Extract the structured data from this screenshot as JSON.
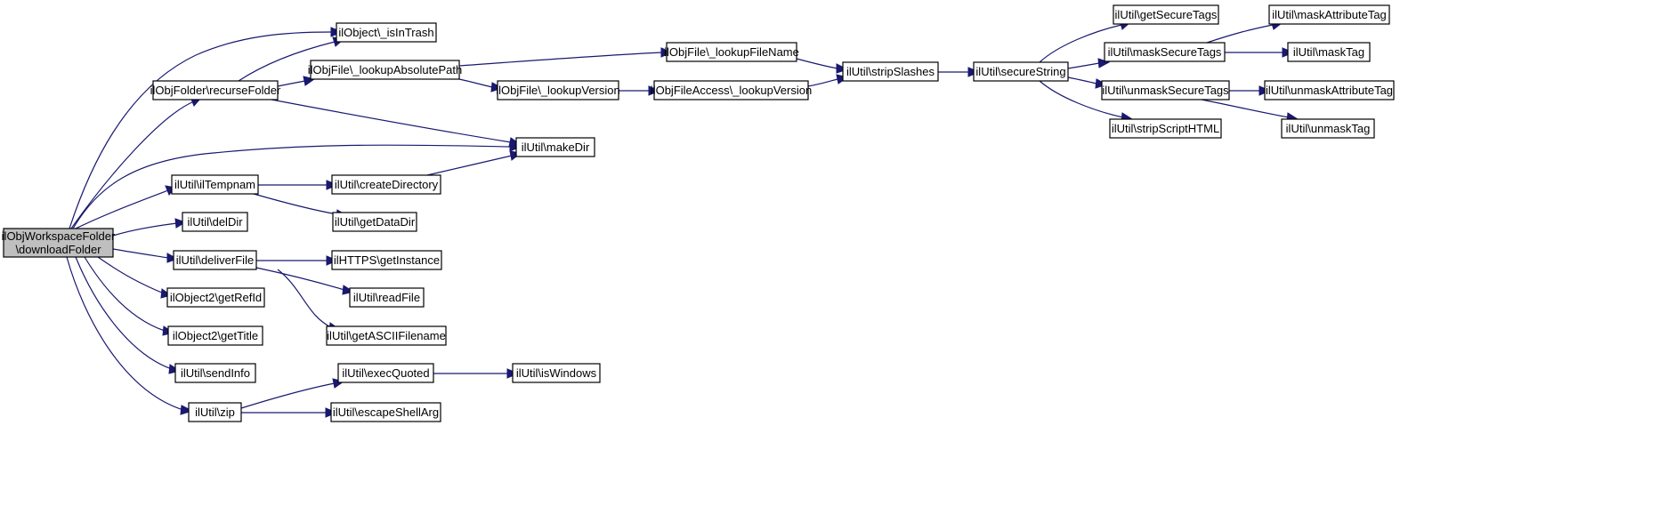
{
  "graph": {
    "nodes": [
      {
        "id": "root",
        "lines": [
          "ilObjWorkspaceFolder",
          "\\downloadFolder"
        ],
        "root": true
      },
      {
        "id": "recurseFolder",
        "lines": [
          "ilObjFolder\\recurseFolder"
        ]
      },
      {
        "id": "isInTrash",
        "lines": [
          "ilObject\\_isInTrash"
        ]
      },
      {
        "id": "lookupAbsolutePath",
        "lines": [
          "ilObjFile\\_lookupAbsolutePath"
        ]
      },
      {
        "id": "lookupFileName",
        "lines": [
          "ilObjFile\\_lookupFileName"
        ]
      },
      {
        "id": "lookupVersion",
        "lines": [
          "ilObjFile\\_lookupVersion"
        ]
      },
      {
        "id": "accessLookupVersion",
        "lines": [
          "ilObjFileAccess\\_lookupVersion"
        ]
      },
      {
        "id": "stripSlashes",
        "lines": [
          "ilUtil\\stripSlashes"
        ]
      },
      {
        "id": "secureString",
        "lines": [
          "ilUtil\\secureString"
        ]
      },
      {
        "id": "getSecureTags",
        "lines": [
          "ilUtil\\getSecureTags"
        ]
      },
      {
        "id": "maskSecureTags",
        "lines": [
          "ilUtil\\maskSecureTags"
        ]
      },
      {
        "id": "maskAttributeTag",
        "lines": [
          "ilUtil\\maskAttributeTag"
        ]
      },
      {
        "id": "maskTag",
        "lines": [
          "ilUtil\\maskTag"
        ]
      },
      {
        "id": "unmaskSecureTags",
        "lines": [
          "ilUtil\\unmaskSecureTags"
        ]
      },
      {
        "id": "unmaskAttributeTag",
        "lines": [
          "ilUtil\\unmaskAttributeTag"
        ]
      },
      {
        "id": "unmaskTag",
        "lines": [
          "ilUtil\\unmaskTag"
        ]
      },
      {
        "id": "stripScriptHTML",
        "lines": [
          "ilUtil\\stripScriptHTML"
        ]
      },
      {
        "id": "makeDir",
        "lines": [
          "ilUtil\\makeDir"
        ]
      },
      {
        "id": "ilTempnam",
        "lines": [
          "ilUtil\\ilTempnam"
        ]
      },
      {
        "id": "createDirectory",
        "lines": [
          "ilUtil\\createDirectory"
        ]
      },
      {
        "id": "getDataDir",
        "lines": [
          "ilUtil\\getDataDir"
        ]
      },
      {
        "id": "delDir",
        "lines": [
          "ilUtil\\delDir"
        ]
      },
      {
        "id": "deliverFile",
        "lines": [
          "ilUtil\\deliverFile"
        ]
      },
      {
        "id": "getInstance",
        "lines": [
          "ilHTTPS\\getInstance"
        ]
      },
      {
        "id": "readFile",
        "lines": [
          "ilUtil\\readFile"
        ]
      },
      {
        "id": "getASCIIFilename",
        "lines": [
          "ilUtil\\getASCIIFilename"
        ]
      },
      {
        "id": "getRefId",
        "lines": [
          "ilObject2\\getRefId"
        ]
      },
      {
        "id": "getTitle",
        "lines": [
          "ilObject2\\getTitle"
        ]
      },
      {
        "id": "sendInfo",
        "lines": [
          "ilUtil\\sendInfo"
        ]
      },
      {
        "id": "zip",
        "lines": [
          "ilUtil\\zip"
        ]
      },
      {
        "id": "execQuoted",
        "lines": [
          "ilUtil\\execQuoted"
        ]
      },
      {
        "id": "isWindows",
        "lines": [
          "ilUtil\\isWindows"
        ]
      },
      {
        "id": "escapeShellArg",
        "lines": [
          "ilUtil\\escapeShellArg"
        ]
      }
    ],
    "edges": [
      {
        "from": "root",
        "to": "isInTrash"
      },
      {
        "from": "root",
        "to": "recurseFolder"
      },
      {
        "from": "root",
        "to": "makeDir"
      },
      {
        "from": "root",
        "to": "ilTempnam"
      },
      {
        "from": "root",
        "to": "delDir"
      },
      {
        "from": "root",
        "to": "deliverFile"
      },
      {
        "from": "root",
        "to": "getRefId"
      },
      {
        "from": "root",
        "to": "getTitle"
      },
      {
        "from": "root",
        "to": "sendInfo"
      },
      {
        "from": "root",
        "to": "zip"
      },
      {
        "from": "recurseFolder",
        "to": "isInTrash"
      },
      {
        "from": "recurseFolder",
        "to": "lookupAbsolutePath"
      },
      {
        "from": "recurseFolder",
        "to": "makeDir"
      },
      {
        "from": "lookupAbsolutePath",
        "to": "lookupFileName"
      },
      {
        "from": "lookupAbsolutePath",
        "to": "lookupVersion"
      },
      {
        "from": "lookupVersion",
        "to": "accessLookupVersion"
      },
      {
        "from": "lookupFileName",
        "to": "stripSlashes"
      },
      {
        "from": "accessLookupVersion",
        "to": "stripSlashes"
      },
      {
        "from": "stripSlashes",
        "to": "secureString"
      },
      {
        "from": "secureString",
        "to": "getSecureTags"
      },
      {
        "from": "secureString",
        "to": "maskSecureTags"
      },
      {
        "from": "secureString",
        "to": "unmaskSecureTags"
      },
      {
        "from": "secureString",
        "to": "stripScriptHTML"
      },
      {
        "from": "maskSecureTags",
        "to": "maskAttributeTag"
      },
      {
        "from": "maskSecureTags",
        "to": "maskTag"
      },
      {
        "from": "unmaskSecureTags",
        "to": "unmaskAttributeTag"
      },
      {
        "from": "unmaskSecureTags",
        "to": "unmaskTag"
      },
      {
        "from": "ilTempnam",
        "to": "createDirectory"
      },
      {
        "from": "ilTempnam",
        "to": "getDataDir"
      },
      {
        "from": "createDirectory",
        "to": "makeDir"
      },
      {
        "from": "deliverFile",
        "to": "getInstance"
      },
      {
        "from": "deliverFile",
        "to": "readFile"
      },
      {
        "from": "deliverFile",
        "to": "getASCIIFilename"
      },
      {
        "from": "zip",
        "to": "execQuoted"
      },
      {
        "from": "zip",
        "to": "escapeShellArg"
      },
      {
        "from": "execQuoted",
        "to": "isWindows"
      }
    ],
    "colors": {
      "edge": "#191970",
      "node_fill": "#ffffff",
      "root_fill": "#bfbfbf",
      "border": "#000000"
    }
  }
}
